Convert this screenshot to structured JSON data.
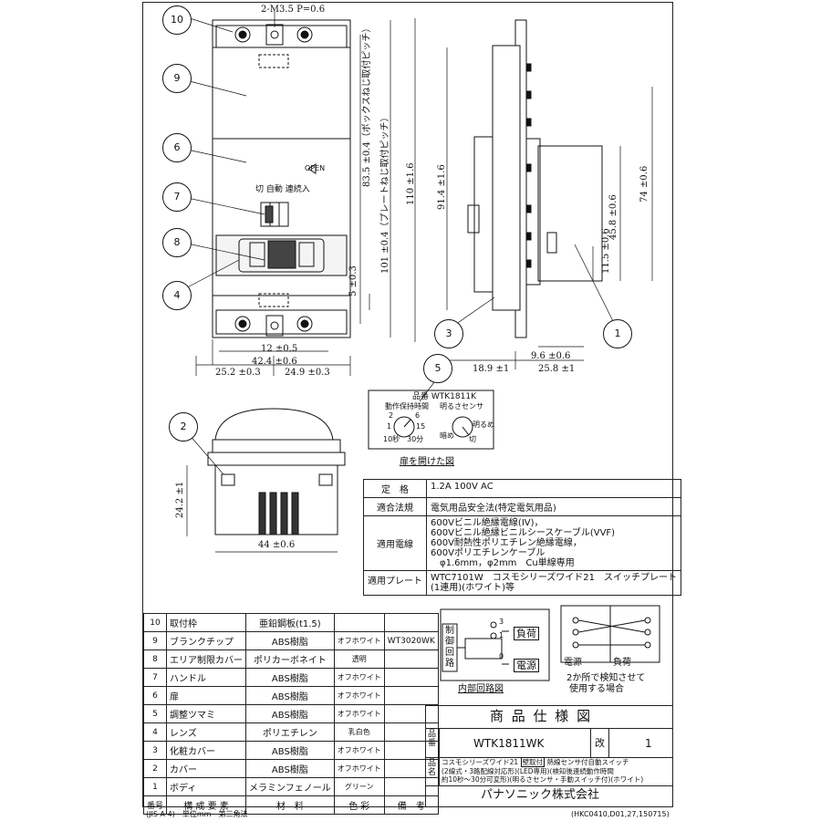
{
  "callouts": [
    "1",
    "2",
    "3",
    "4",
    "5",
    "6",
    "7",
    "8",
    "9",
    "10"
  ],
  "dims": {
    "screw": "2-M3.5 P=0.6",
    "d12": "12 ±0.5",
    "d424": "42.4 ±0.6",
    "d252": "25.2 ±0.3",
    "d249": "24.9 ±0.3",
    "d835": "83.5 ±0.4（ボックスねじ取付ピッチ）",
    "d101": "101 ±0.4（プレートねじ取付ピッチ）",
    "d110": "110 ±1.6",
    "d5": "5 ±0.3",
    "d914": "91.4 ±1.6",
    "d74": "74 ±0.6",
    "d458": "45.8 ±0.6",
    "d115": "11.5 ±0.6",
    "d96": "9.6 ±0.6",
    "d189": "18.9 ±1",
    "d258": "25.8 ±1",
    "d242": "24.2 ±1",
    "d44": "44 ±0.6"
  },
  "front_labels": {
    "open": "OPEN",
    "modes": "切 自動 連続入"
  },
  "panel": {
    "model": "品番 WTK1811K",
    "timer": "動作保持時間",
    "sensor": "明るさセンサ",
    "t1": "2",
    "t2": "6",
    "t3": "1",
    "t4": "15",
    "t5": "10秒",
    "t6": "30分",
    "dark": "暗め",
    "bright": "明るめ",
    "off": "切",
    "caption": "扉を開けた図"
  },
  "spec_table": [
    {
      "label": "定　格",
      "value": "1.2A 100V AC"
    },
    {
      "label": "適合法規",
      "value": "電気用品安全法(特定電気用品)"
    },
    {
      "label": "適用電線",
      "value": "600Vビニル絶縁電線(IV)，\n600Vビニル絶縁ビニルシースケーブル(VVF)\n600V耐熱性ポリエチレン絶縁電線，\n600Vポリエチレンケーブル\n　φ1.6mm，φ2mm　Cu単線専用"
    },
    {
      "label": "適用プレート",
      "value": "WTC7101W　コスモシリーズワイド21　スイッチプレート\n(1連用)(ホワイト)等"
    }
  ],
  "parts": [
    {
      "no": "10",
      "name": "取付枠",
      "material": "亜鉛鋼板(t1.5)",
      "color": "",
      "note": ""
    },
    {
      "no": "9",
      "name": "ブランクチップ",
      "material": "ABS樹脂",
      "color": "オフホワイト",
      "note": "WT3020WK"
    },
    {
      "no": "8",
      "name": "エリア制限カバー",
      "material": "ポリカーボネイト",
      "color": "透明",
      "note": ""
    },
    {
      "no": "7",
      "name": "ハンドル",
      "material": "ABS樹脂",
      "color": "オフホワイト",
      "note": ""
    },
    {
      "no": "6",
      "name": "扉",
      "material": "ABS樹脂",
      "color": "オフホワイト",
      "note": ""
    },
    {
      "no": "5",
      "name": "調整ツマミ",
      "material": "ABS樹脂",
      "color": "オフホワイト",
      "note": ""
    },
    {
      "no": "4",
      "name": "レンズ",
      "material": "ポリエチレン",
      "color": "乳白色",
      "note": ""
    },
    {
      "no": "3",
      "name": "化粧カバー",
      "material": "ABS樹脂",
      "color": "オフホワイト",
      "note": ""
    },
    {
      "no": "2",
      "name": "カバー",
      "material": "ABS樹脂",
      "color": "オフホワイト",
      "note": ""
    },
    {
      "no": "1",
      "name": "ボディ",
      "material": "メラミンフェノール",
      "color": "グリーン",
      "note": ""
    }
  ],
  "parts_header": {
    "no": "番号",
    "name": "構 成 要 素",
    "material": "材　料",
    "color": "色 彩",
    "note": "備　考"
  },
  "circuit": {
    "ctrl": "制御回路",
    "load": "負荷",
    "power": "電源",
    "n3": "3",
    "n1": "1",
    "n0": "0",
    "caption": "内部回路図",
    "caption2a": "2か所で検知させて",
    "caption2b": "使用する場合"
  },
  "title_block": {
    "title": "商 品 仕 様 図",
    "hinban_label": "品番",
    "hinban": "WTK1811WK",
    "kai_label": "改",
    "kai": "1",
    "hinmei_label": "品名",
    "hinmei_1a": "コスモシリーズワイド21",
    "hinmei_tag": "壁取付",
    "hinmei_1b": "熱線センサ付自動スイッチ",
    "hinmei_2": "(2線式・3路配線対応形)(LED専用)(検知後連続動作時間",
    "hinmei_3": "約10秒～30分可変形)(明るさセンサ・手動スイッチ付)(ホワイト)",
    "company": "パナソニック株式会社"
  },
  "footer": {
    "left": "(JIS A-4)　単位mm　第三角法",
    "right": "(HKC0410,D01,27,150715)"
  }
}
